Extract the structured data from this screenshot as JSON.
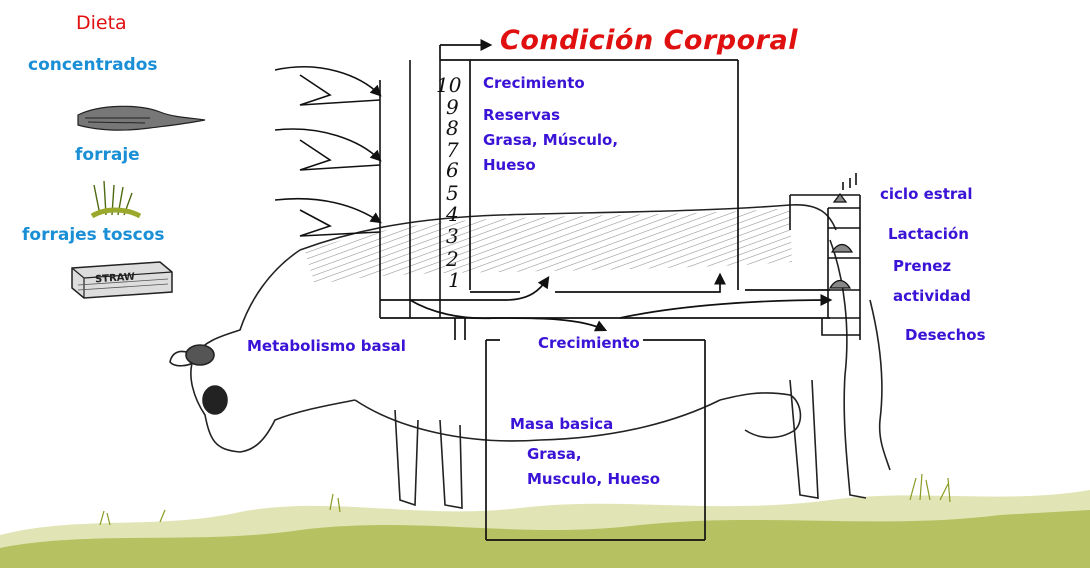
{
  "diet": {
    "title": "Dieta",
    "items": [
      "concentrados",
      "forraje",
      "forrajes toscos"
    ],
    "straw_text": "STRAW"
  },
  "title": "Condición Corporal",
  "scale": [
    "10",
    "9",
    "8",
    "7",
    "6",
    "5",
    "4",
    "3",
    "2",
    "1"
  ],
  "reserves_box": {
    "growth": "Crecimiento",
    "reserves_lines": [
      "Reservas",
      "Grasa, Músculo,",
      "Hueso"
    ]
  },
  "middle": {
    "basal": "Metabolismo basal",
    "growth": "Crecimiento"
  },
  "base_mass": {
    "title": "Masa basica",
    "lines": [
      "Grasa,",
      "Musculo, Hueso"
    ]
  },
  "outputs": [
    "ciclo estral",
    "Lactación",
    "Prenez",
    "actividad",
    "Desechos"
  ],
  "colors": {
    "title": "#e01010",
    "diet": "#1a8fd6",
    "labels": "#3a13d6",
    "grass": "#9aa92c",
    "lines": "#111111"
  }
}
